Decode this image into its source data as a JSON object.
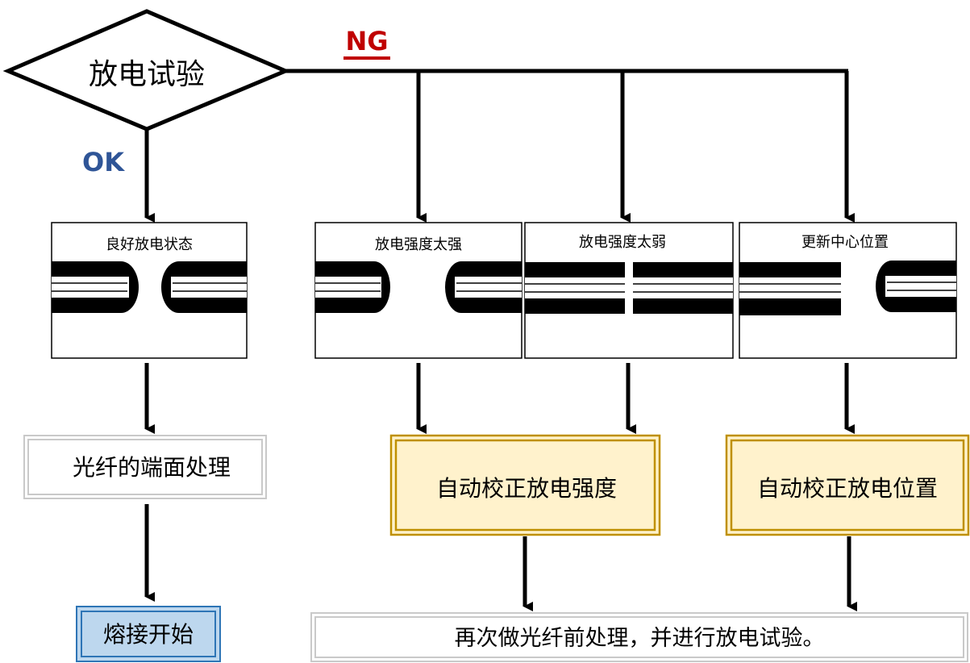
{
  "decision": {
    "label": "放电试验",
    "ok_label": "OK",
    "ng_label": "NG"
  },
  "colors": {
    "ok": "#2f5597",
    "ng": "#c00000",
    "line": "#000000",
    "action_fill": "#fff2cc",
    "action_border": "#bf9000",
    "start_fill": "#bdd7ee",
    "start_border": "#2e75b6",
    "plain_border": "#c9c9c9"
  },
  "states": [
    {
      "title": "良好放电状态"
    },
    {
      "title": "放电强度太强"
    },
    {
      "title": "放电强度太弱"
    },
    {
      "title": "更新中心位置"
    }
  ],
  "steps": {
    "end_face_treatment": "光纤的端面处理",
    "auto_calibrate_strength": "自动校正放电强度",
    "auto_calibrate_position": "自动校正放电位置",
    "splice_start": "熔接开始",
    "redo": "再次做光纤前处理，并进行放电试验。"
  }
}
